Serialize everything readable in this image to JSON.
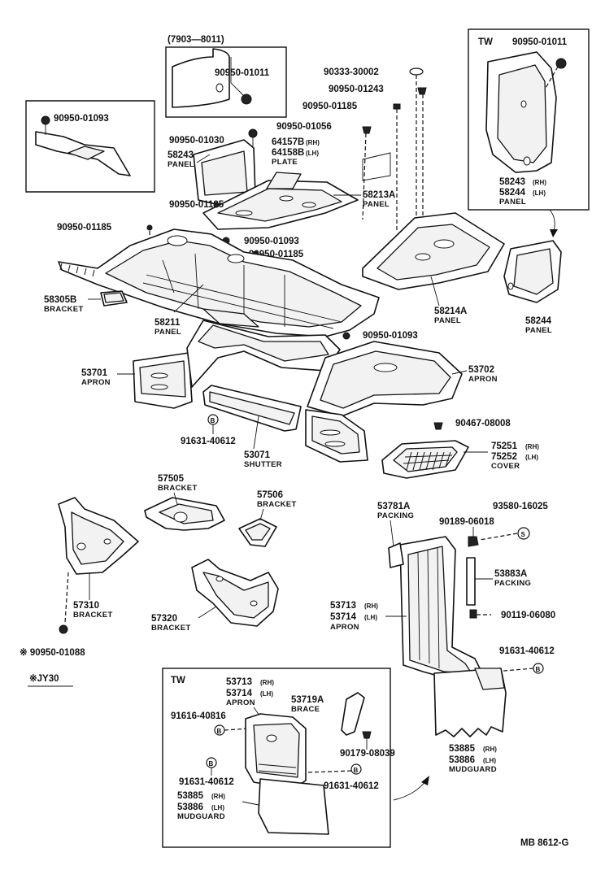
{
  "diagram_code": "MB  8612-G",
  "insets": {
    "range_label": "(7903—8011)",
    "tw_label": "TW",
    "jy30_note": "※JY30"
  },
  "labels": {
    "n_9095001011_top": "90950-01011",
    "n_9095001011_tw": "90950-01011",
    "n_9095001093_inset": "90950-01093",
    "n_9033330002": "90333-30002",
    "n_9095001243": "90950-01243",
    "n_9095001185_a": "90950-01185",
    "n_9095001056": "90950-01056",
    "n_9095001030": "90950-01030",
    "p_64157B": "64157B",
    "p_64157B_side": "(RH)",
    "p_64158B": "64158B",
    "p_64158B_side": "(LH)",
    "p_64157B_name": "PLATE",
    "p_58243": "58243",
    "p_58243_name": "PANEL",
    "p_58213A": "58213A",
    "p_58213A_name": "PANEL",
    "n_9095001185_b": "90950-01185",
    "n_9095001185_c": "90950-01185",
    "n_9095001093_b": "90950-01093",
    "n_9095001185_d": "90950-01185",
    "tw_58243": "58243",
    "tw_58243_side": "(RH)",
    "tw_58244": "58244",
    "tw_58244_side": "(LH)",
    "tw_58243_name": "PANEL",
    "p_58305B": "58305B",
    "p_58305B_name": "BRACKET",
    "p_58211": "58211",
    "p_58211_name": "PANEL",
    "p_58214A": "58214A",
    "p_58214A_name": "PANEL",
    "p_58244": "58244",
    "p_58244_name": "PANEL",
    "n_9095001093_c": "90950-01093",
    "p_53701": "53701",
    "p_53701_name": "APRON",
    "p_53702": "53702",
    "p_53702_name": "APRON",
    "n_9163140612_a": "91631-40612",
    "p_53071": "53071",
    "p_53071_name": "SHUTTER",
    "n_9046708008": "90467-08008",
    "p_75251": "75251",
    "p_75251_side": "(RH)",
    "p_75252": "75252",
    "p_75252_side": "(LH)",
    "p_75251_name": "COVER",
    "p_57505": "57505",
    "p_57505_name": "BRACKET",
    "p_57506": "57506",
    "p_57506_name": "BRACKET",
    "p_53781A": "53781A",
    "p_53781A_name": "PACKING",
    "n_9358016025": "93580-16025",
    "n_9018906018": "90189-06018",
    "p_57310": "57310",
    "p_57310_name": "BRACKET",
    "p_53883A": "53883A",
    "p_53883A_name": "PACKING",
    "p_53713": "53713",
    "p_53713_side": "(RH)",
    "p_53714": "53714",
    "p_53714_side": "(LH)",
    "p_53713_name": "APRON",
    "n_9011906080": "90119-06080",
    "p_57320": "57320",
    "p_57320_name": "BRACKET",
    "n_9095001088": "※ 90950-01088",
    "n_9163140612_b": "91631-40612",
    "tw2_53713": "53713",
    "tw2_53713_side": "(RH)",
    "tw2_53714": "53714",
    "tw2_53714_side": "(LH)",
    "tw2_53713_name": "APRON",
    "tw2_53719A": "53719A",
    "tw2_53719A_name": "BRACE",
    "tw2_9161640816": "91616-40816",
    "tw2_9017908039": "90179-08039",
    "tw2_9163140612_a": "91631-40612",
    "tw2_9163140612_b": "91631-40612",
    "tw2_53885": "53885",
    "tw2_53885_side": "(RH)",
    "tw2_53886": "53886",
    "tw2_53886_side": "(LH)",
    "tw2_53885_name": "MUDGUARD",
    "p_53885": "53885",
    "p_53885_side": "(RH)",
    "p_53886": "53886",
    "p_53886_side": "(LH)",
    "p_53885_name": "MUDGUARD",
    "sym_b": "B",
    "sym_s": "S"
  }
}
